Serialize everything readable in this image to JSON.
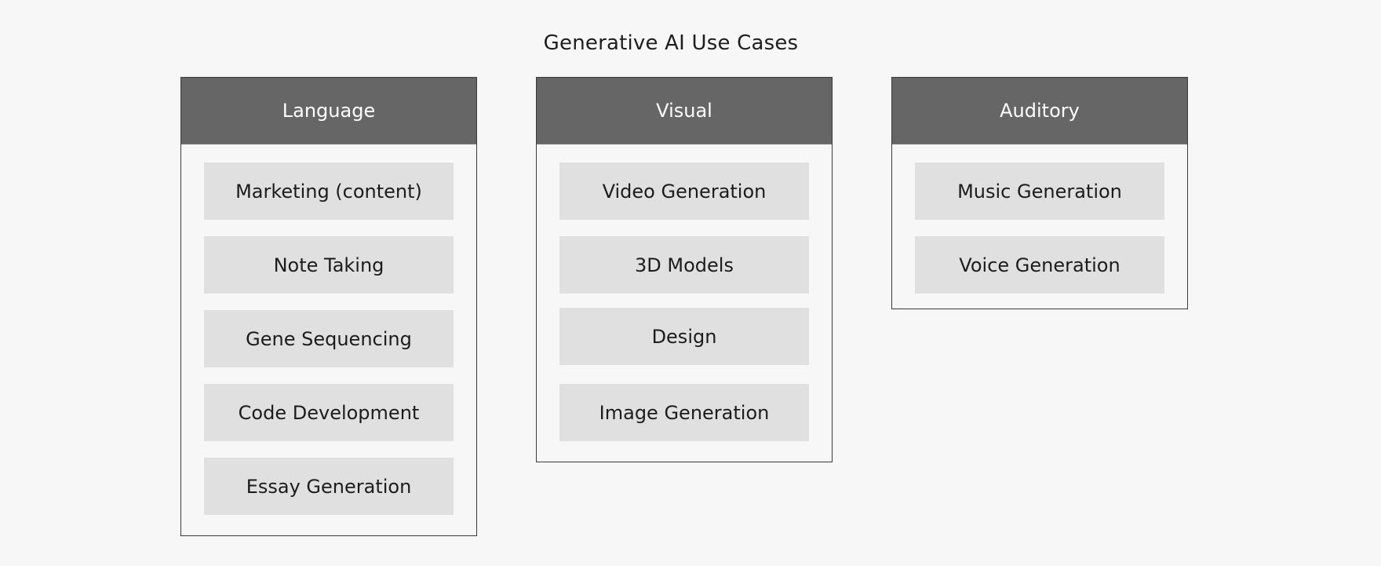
{
  "title": "Generative AI Use Cases",
  "columns": [
    {
      "header": "Language",
      "items": [
        "Marketing (content)",
        "Note Taking",
        "Gene Sequencing",
        "Code Development",
        "Essay Generation"
      ]
    },
    {
      "header": "Visual",
      "items": [
        "Video Generation",
        "3D Models",
        "Design",
        "Image Generation"
      ]
    },
    {
      "header": "Auditory",
      "items": [
        "Music Generation",
        "Voice Generation"
      ]
    }
  ],
  "colors": {
    "background": "#f7f7f7",
    "header_fill": "#666666",
    "header_text": "#ffffff",
    "item_fill": "#e0e0e0",
    "border": "#3a3a3a"
  }
}
